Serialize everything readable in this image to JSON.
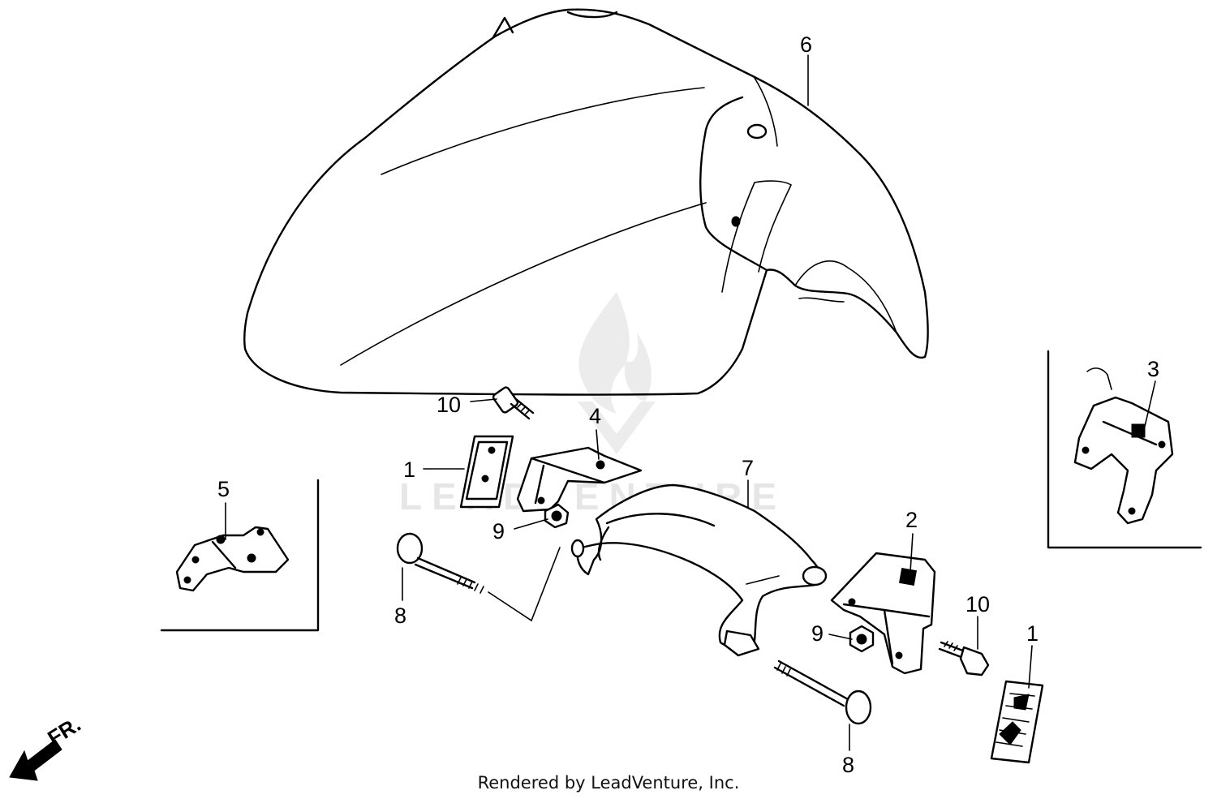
{
  "diagram": {
    "callouts": {
      "c1_left": "1",
      "c1_right": "1",
      "c2": "2",
      "c3": "3",
      "c4": "4",
      "c5": "5",
      "c6": "6",
      "c7": "7",
      "c8_left": "8",
      "c8_bottom": "8",
      "c9_upper": "9",
      "c9_lower": "9",
      "c10_upper": "10",
      "c10_right": "10"
    },
    "direction_label": "FR.",
    "watermark": "LEADVENTURE",
    "footer": "Rendered by LeadVenture, Inc."
  },
  "colors": {
    "ink": "#000000",
    "background": "#ffffff",
    "watermark": "#e6e6e6"
  }
}
